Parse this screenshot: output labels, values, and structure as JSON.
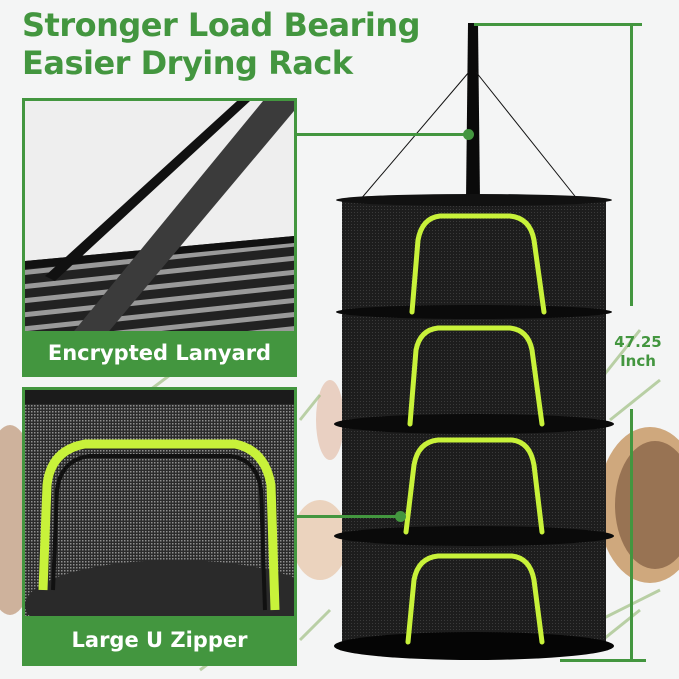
{
  "title": {
    "line1": "Stronger Load Bearing",
    "line2": "Easier Drying Rack"
  },
  "features": [
    {
      "label": "Encrypted Lanyard",
      "image": "lanyard-closeup"
    },
    {
      "label": "Large U Zipper",
      "image": "zipper-closeup"
    }
  ],
  "product": {
    "name": "hanging mesh drying rack",
    "tiers": 4,
    "zipper_color": "#c8f23a",
    "mesh_color": "#1b1b1b"
  },
  "measurement": {
    "value": "47.25",
    "unit": "Inch"
  },
  "colors": {
    "accent": "#43963f",
    "background": "#f4f5f5"
  }
}
